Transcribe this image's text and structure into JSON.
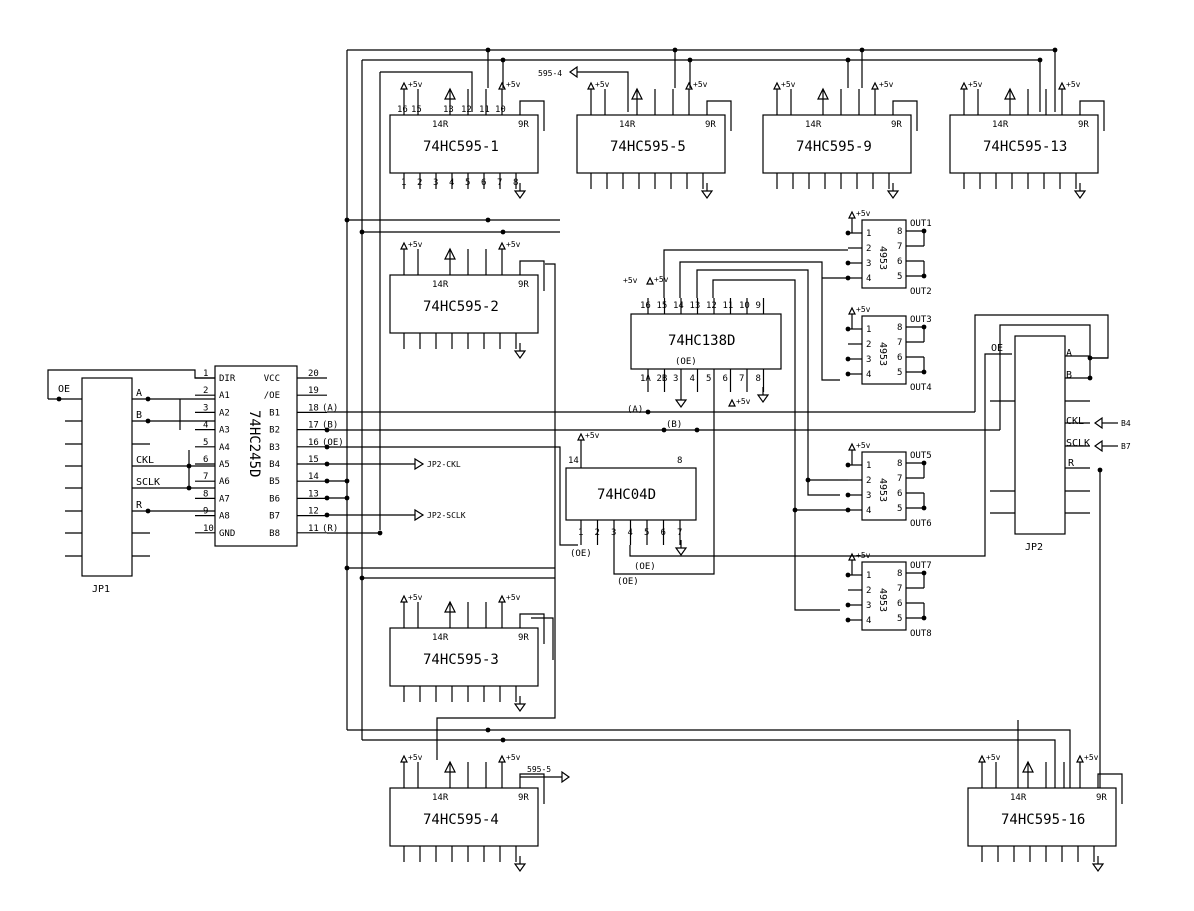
{
  "chips": {
    "sr1": "74HC595-1",
    "sr5": "74HC595-5",
    "sr9": "74HC595-9",
    "sr13": "74HC595-13",
    "sr2": "74HC595-2",
    "sr3": "74HC595-3",
    "sr4": "74HC595-4",
    "sr16": "74HC595-16",
    "buf": "74HC245D",
    "dec": "74HC138D",
    "inv": "74HC04D",
    "drv": "4953"
  },
  "pins595": {
    "r14": "14R",
    "r9": "9R",
    "top": [
      "16",
      "15",
      "13",
      "12",
      "11",
      "10"
    ],
    "bottom": [
      "1",
      "2",
      "3",
      "4",
      "5",
      "6",
      "7",
      "8"
    ]
  },
  "power": "+5v",
  "power138": "+5v",
  "net_labels": {
    "sr4_tag": "595-4",
    "sr5_tag": "595-5",
    "jp2_ckl": "JP2-CKL",
    "jp2_sclk": "JP2-SCLK",
    "b4": "B4",
    "b7": "B7",
    "oe": "(OE)",
    "a_net": "(A)",
    "b_net": "(B)"
  },
  "jp1": {
    "name": "JP1",
    "signals": {
      "oe": "OE",
      "a": "A",
      "b": "B",
      "ckl": "CKL",
      "sclk": "SCLK",
      "r": "R"
    }
  },
  "jp2": {
    "name": "JP2",
    "signals": {
      "oe": "OE",
      "a": "A",
      "b": "B",
      "ckl": "CKL",
      "sclk": "SCLK",
      "r": "R"
    }
  },
  "buf245": {
    "left_pins": [
      {
        "num": "1",
        "name": "DIR"
      },
      {
        "num": "2",
        "name": "A1"
      },
      {
        "num": "3",
        "name": "A2"
      },
      {
        "num": "4",
        "name": "A3"
      },
      {
        "num": "5",
        "name": "A4"
      },
      {
        "num": "6",
        "name": "A5"
      },
      {
        "num": "7",
        "name": "A6"
      },
      {
        "num": "8",
        "name": "A7"
      },
      {
        "num": "9",
        "name": "A8"
      },
      {
        "num": "10",
        "name": "GND"
      }
    ],
    "right_pins": [
      {
        "num": "20",
        "name": "VCC",
        "net": ""
      },
      {
        "num": "19",
        "name": "/OE",
        "net": ""
      },
      {
        "num": "18",
        "name": "B1",
        "net": "(A)"
      },
      {
        "num": "17",
        "name": "B2",
        "net": "(B)"
      },
      {
        "num": "16",
        "name": "B3",
        "net": "(OE)"
      },
      {
        "num": "15",
        "name": "B4",
        "net": ""
      },
      {
        "num": "14",
        "name": "B5",
        "net": ""
      },
      {
        "num": "13",
        "name": "B6",
        "net": ""
      },
      {
        "num": "12",
        "name": "B7",
        "net": ""
      },
      {
        "num": "11",
        "name": "B8",
        "net": "(R)"
      }
    ]
  },
  "dec138": {
    "top_pins": [
      "16",
      "15",
      "14",
      "13",
      "12",
      "11",
      "10",
      "9"
    ],
    "bottom_pins": [
      "1A",
      "2B",
      "3",
      "4",
      "5",
      "6",
      "7",
      "8"
    ]
  },
  "inv04": {
    "top_pins": [
      "14",
      "8"
    ],
    "bottom_pins": [
      "1",
      "2",
      "3",
      "4",
      "5",
      "6",
      "7"
    ]
  },
  "drv4953": {
    "left_pins": [
      "1",
      "2",
      "3",
      "4"
    ],
    "right_pins": [
      "8",
      "7",
      "6",
      "5"
    ],
    "outputs": [
      "OUT1",
      "OUT2",
      "OUT3",
      "OUT4",
      "OUT5",
      "OUT6",
      "OUT7",
      "OUT8"
    ]
  }
}
